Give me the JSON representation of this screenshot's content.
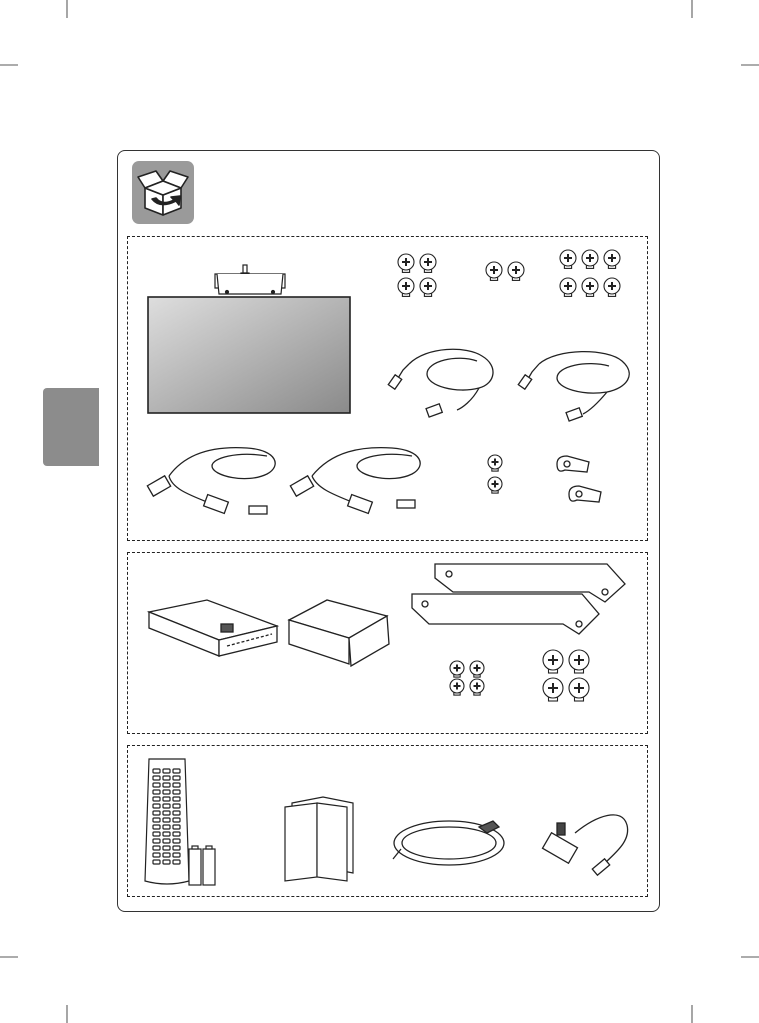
{
  "page": {
    "background": "#ffffff",
    "side_tab_color": "#8c8c8c",
    "icon_tile_color": "#9a9a9a",
    "line_color": "#1a1a1a",
    "screen_gradient": [
      "#d8d8d8",
      "#8a8a8a"
    ]
  },
  "sections": [
    {
      "name": "display-and-cables",
      "items": [
        "display-with-bracket",
        "screws-2x2",
        "screws-pair",
        "screws-2x3",
        "cable-left",
        "cable-right",
        "lvds-cable-left",
        "lvds-cable-right",
        "screws-small-pair",
        "cable-clamps"
      ]
    },
    {
      "name": "media-box-kit",
      "items": [
        "media-box",
        "box-cover",
        "mounting-brackets",
        "screws-small-2x2",
        "screws-large-2x2"
      ]
    },
    {
      "name": "accessories",
      "items": [
        "remote-control",
        "batteries",
        "manuals",
        "power-cord",
        "rs232-gender"
      ]
    }
  ],
  "icons": {
    "package": "open-box-icon"
  }
}
